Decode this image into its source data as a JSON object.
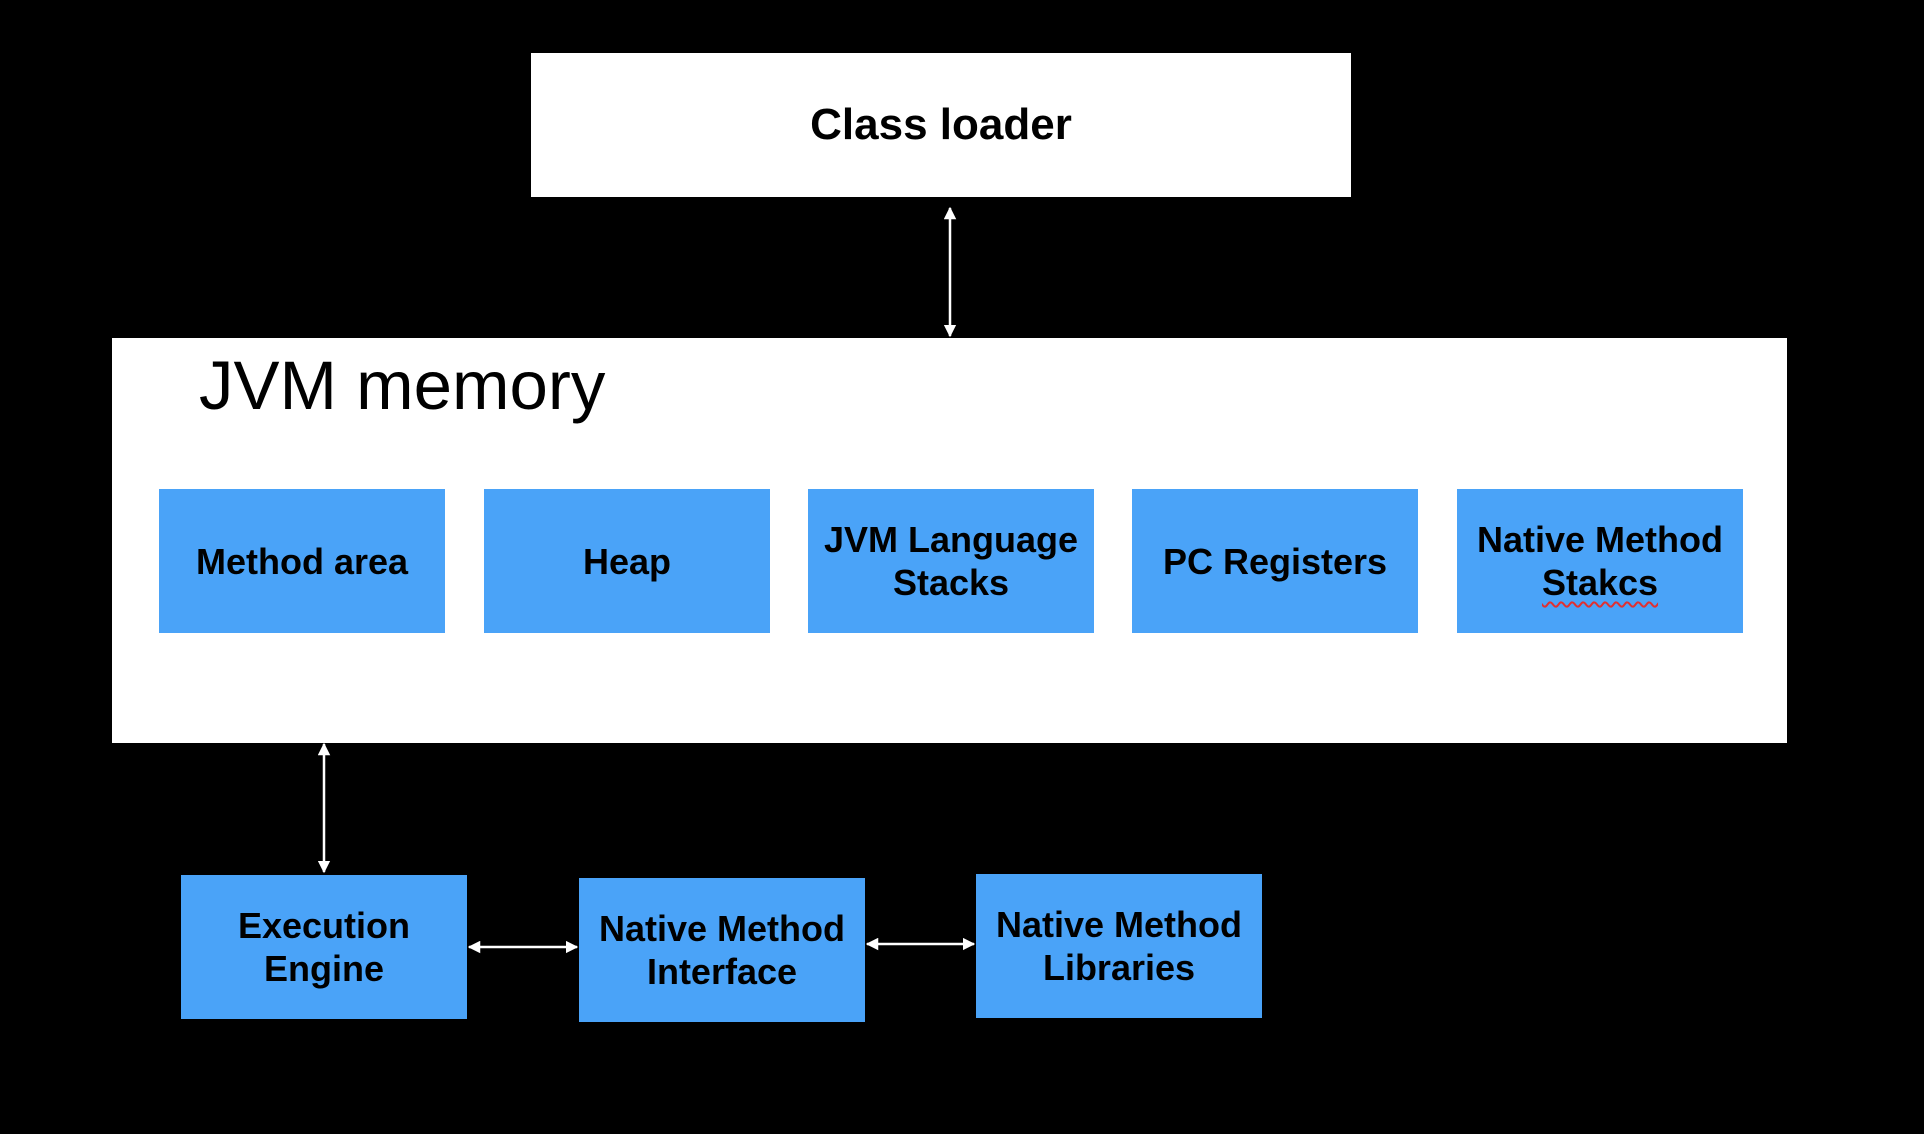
{
  "diagram": {
    "class_loader": "Class loader",
    "jvm_memory": {
      "title": "JVM memory",
      "areas": [
        {
          "lines": [
            "Method area"
          ]
        },
        {
          "lines": [
            "Heap"
          ]
        },
        {
          "lines": [
            "JVM Language",
            "Stacks"
          ]
        },
        {
          "lines": [
            "PC Registers"
          ]
        },
        {
          "lines": [
            "Native Method",
            "Stakcs"
          ]
        }
      ]
    },
    "execution_engine": {
      "lines": [
        "Execution",
        "Engine"
      ]
    },
    "native_method_interface": {
      "lines": [
        "Native Method",
        "Interface"
      ]
    },
    "native_method_libraries": {
      "lines": [
        "Native Method",
        "Libraries"
      ]
    },
    "colors": {
      "background": "#000000",
      "box_white": "#ffffff",
      "box_blue": "#4aa3f8",
      "arrow": "#ffffff"
    }
  }
}
